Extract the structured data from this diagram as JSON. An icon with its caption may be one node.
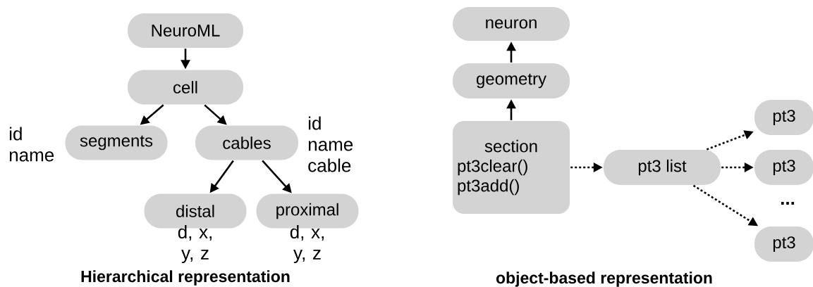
{
  "diagram": {
    "nodes": [
      {
        "text": [
          "NeuroML"
        ]
      },
      {
        "text": [
          "cell"
        ]
      },
      {
        "text": [
          "segments"
        ],
        "beside": [
          "id name"
        ]
      },
      {
        "text": [
          "cables"
        ],
        "beside": [
          "id name cable"
        ]
      },
      {
        "text": [
          "distal"
        ],
        "beside": [
          "d, x, y, z"
        ]
      },
      {
        "text": [
          "proximal"
        ],
        "beside": [
          "d, x, y, z"
        ]
      },
      {
        "text": [
          "neuron"
        ]
      },
      {
        "text": [
          "geometry"
        ]
      },
      {
        "text": [
          "section",
          "pt3clear()",
          "pt3add()"
        ]
      },
      {
        "text": [
          "pt3 list"
        ]
      },
      {
        "text": [
          "pt3"
        ]
      },
      {
        "text": [
          "pt3"
        ]
      },
      {
        "text": [
          "pt3"
        ]
      }
    ],
    "edges": [
      {
        "from": 0,
        "to": 1,
        "arrow": "to"
      },
      {
        "from": 1,
        "to": 2,
        "arrow": "to"
      },
      {
        "from": 1,
        "to": 3,
        "arrow": "to"
      },
      {
        "from": 3,
        "to": 4,
        "arrow": "to"
      },
      {
        "from": 3,
        "to": 5,
        "arrow": "to"
      },
      {
        "from": 7,
        "to": 6,
        "arrow": "to"
      },
      {
        "from": 8,
        "to": 7,
        "arrow": "to"
      },
      {
        "from": 8,
        "to": 9,
        "arrow": "to",
        "style": "dashed"
      },
      {
        "from": 9,
        "to": 10,
        "arrow": "to",
        "style": "dashed"
      },
      {
        "from": 9,
        "to": 11,
        "arrow": "to",
        "style": "dashed"
      },
      {
        "from": 9,
        "to": 12,
        "arrow": "to",
        "style": "dashed"
      }
    ],
    "labels": [
      "...",
      "Hierarchical representation",
      "object-based representation"
    ]
  }
}
